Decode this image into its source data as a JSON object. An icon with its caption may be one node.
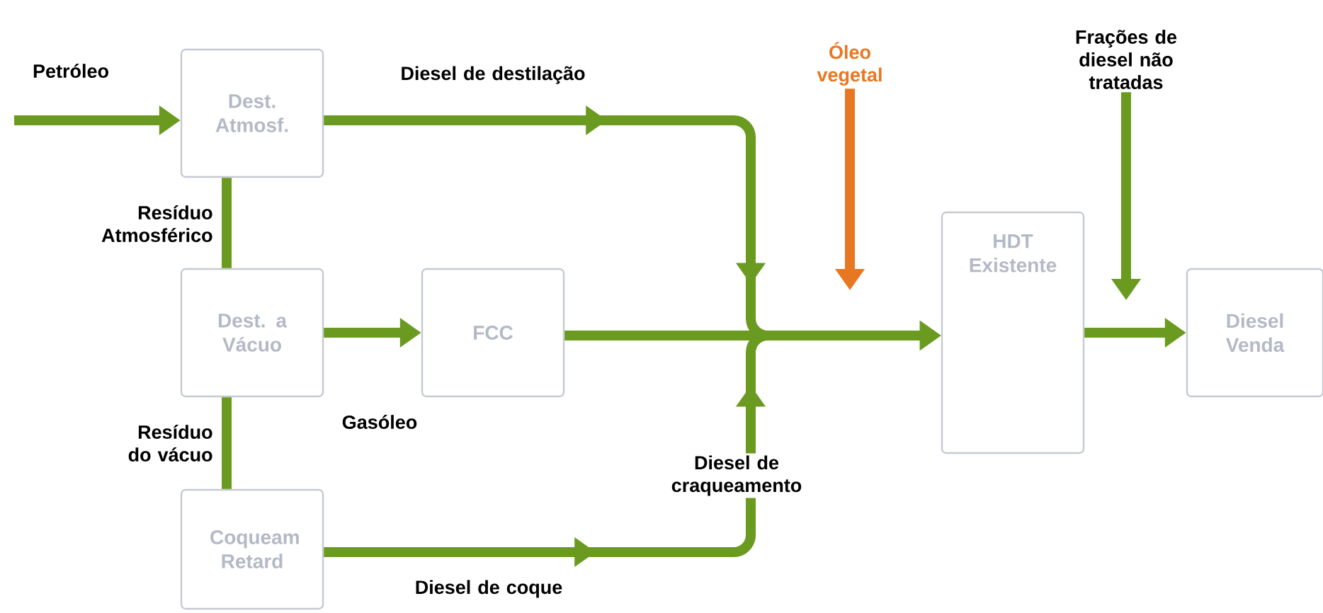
{
  "diagram": {
    "nodes": [
      {
        "text": [
          "Dest. Atmosf."
        ]
      },
      {
        "text": [
          "Dest. a Vácuo"
        ]
      },
      {
        "text": [
          "FCC"
        ]
      },
      {
        "text": [
          "Coqueam Retard"
        ]
      },
      {
        "text": [
          "Óleo vegetal"
        ]
      },
      {
        "text": [
          "HDT Existente"
        ]
      },
      {
        "text": [
          "Frações de diesel não tratadas"
        ]
      },
      {
        "text": [
          "Diesel Venda"
        ]
      }
    ],
    "edges": [
      {
        "from": null,
        "to": 0,
        "arrow": "to",
        "label": "Petróleo"
      },
      {
        "from": 0,
        "to": 1,
        "arrow": "none",
        "label": "Resíduo Atmosférico"
      },
      {
        "from": 1,
        "to": 2,
        "arrow": "to",
        "label": "Gasóleo"
      },
      {
        "from": 1,
        "to": 3,
        "arrow": "none",
        "label": "Resíduo do vácuo"
      },
      {
        "from": 0,
        "to": 5,
        "arrow": "to",
        "label": "Diesel de destilação"
      },
      {
        "from": 2,
        "to": 5,
        "arrow": "to"
      },
      {
        "from": 3,
        "to": 5,
        "arrow": "to",
        "label": "Diesel de coque"
      },
      {
        "from": 4,
        "to": null,
        "arrow": "to",
        "color": "#e87722"
      },
      {
        "from": 6,
        "to": null,
        "arrow": "to"
      },
      {
        "from": 5,
        "to": 7,
        "arrow": "to"
      }
    ],
    "labels": [
      "Diesel de craqueamento"
    ]
  }
}
